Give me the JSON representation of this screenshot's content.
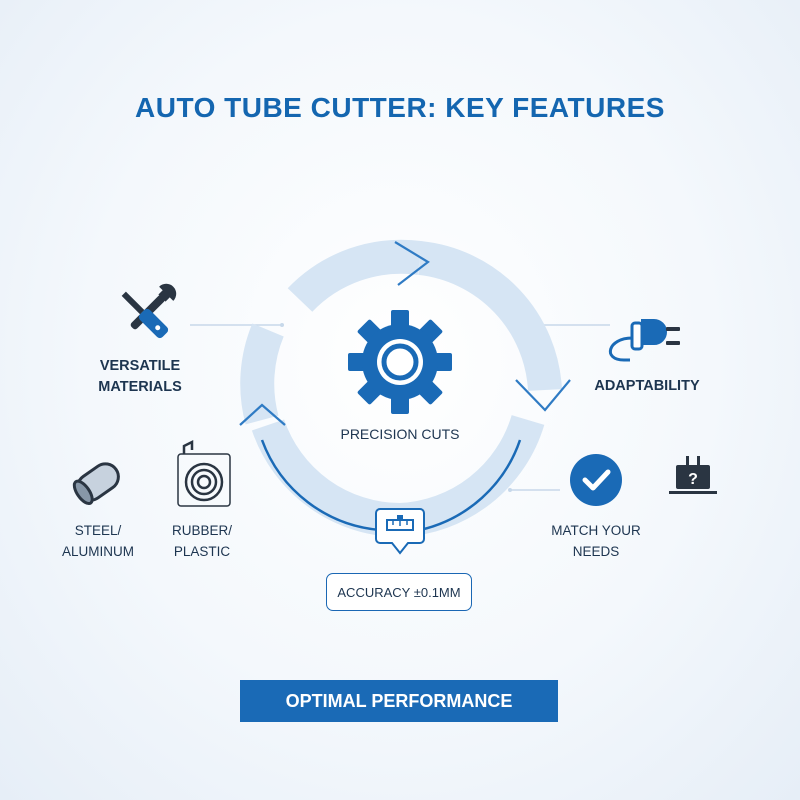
{
  "title": "AUTO TUBE CUTTER: KEY FEATURES",
  "center": {
    "label": "PRECISION CUTS",
    "icon": "gear-icon"
  },
  "left_feature": {
    "label_line1": "VERSATILE",
    "label_line2": "MATERIALS",
    "icon": "wrench-screwdriver-icon"
  },
  "sub_materials": [
    {
      "line1": "STEEL/",
      "line2": "ALUMINUM",
      "icon": "pipe-icon"
    },
    {
      "line1": "RUBBER/",
      "line2": "PLASTIC",
      "icon": "rubber-coil-icon"
    }
  ],
  "right_feature": {
    "label": "ADAPTABILITY",
    "icon": "plug-icon"
  },
  "match": {
    "line1": "MATCH YOUR",
    "line2": "NEEDS",
    "icon": "checkmark-circle-icon",
    "side_icon": "plug-question-icon"
  },
  "accuracy": {
    "label": "ACCURACY ±0.1MM",
    "icon": "ruler-pin-icon"
  },
  "footer": {
    "label": "OPTIMAL PERFORMANCE"
  },
  "colors": {
    "primary": "#1a6ab6",
    "title": "#1466b0",
    "arrow_light": "#d3e3f3",
    "arrow_stroke": "#2f7bc4"
  }
}
